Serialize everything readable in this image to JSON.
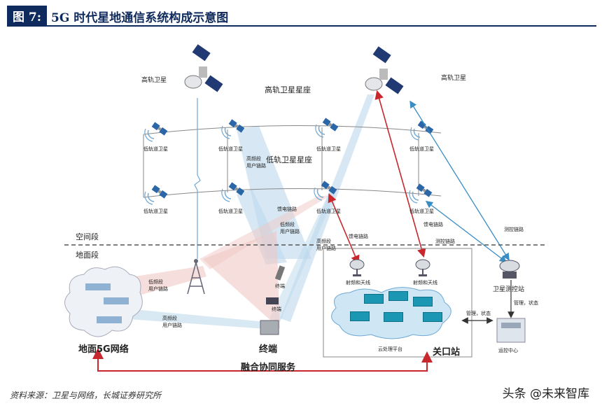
{
  "header": {
    "fig_no": "图 7:",
    "title": "5G 时代星地通信系统构成示意图"
  },
  "labels": {
    "geo_sat_left": "高轨卫星",
    "geo_sat_right": "高轨卫星",
    "geo_constellation": "高轨卫星星座",
    "leo_constellation": "低轨卫星星座",
    "leo_sat": "低轨道卫星",
    "hf_user_link_top": "高频段\n用户链路",
    "feeder_link": "馈电链路",
    "lf_user_link_space": "低频段\n用户链路",
    "hf_user_link_mid": "高频段\n用户链路",
    "tt_link": "测控链路",
    "space_segment": "空间段",
    "ground_segment": "地面段",
    "lf_user_link_ground": "低频段\n用户链路",
    "hf_user_link_ground": "高频段\n用户链路",
    "terminal_small": "终端",
    "rf_antenna": "射频和天线",
    "mgmt_status": "管理，状态",
    "sat_tt_station": "卫星测控站",
    "ops_center": "运控中心",
    "ground_5g": "地面5G网络",
    "terminal": "终端",
    "cloud_platform": "云处理平台",
    "gateway": "关口站",
    "fusion_service": "融合协同服务"
  },
  "footer": {
    "source": "资料来源：卫星与网络，长城证券研究所",
    "watermark": "头条 @未来智库"
  }
}
